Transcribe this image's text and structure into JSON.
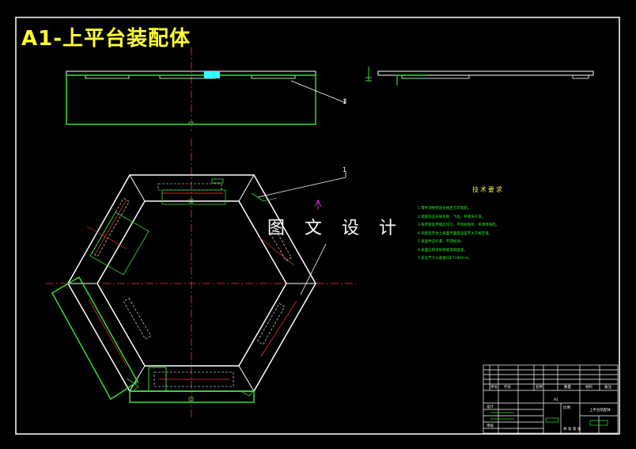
{
  "drawing": {
    "title": "A1-上平台装配体",
    "watermark": "图 文 设 计",
    "balloon_1": "1",
    "balloon_2": "1"
  },
  "technical_requirements": {
    "heading": "技术要求",
    "items": [
      "1.零件须经检验合格后方可装配。",
      "2.装配前应去除毛刺、飞边，并清洗干净。",
      "3.各焊接处焊缝应均匀，不得有裂纹、夹渣等缺陷。",
      "4.装配后平台上表面平面度误差不大于规定值。",
      "5.紧固件应拧紧，不得松动。",
      "6.表面应喷涂防锈底漆和面漆。",
      "7.未注尺寸公差按GB/T1804-m。"
    ]
  },
  "title_block": {
    "col_seq": "序号",
    "col_code": "代号",
    "col_name": "名称",
    "col_qty": "数量",
    "col_material": "材料",
    "col_remark": "备注",
    "drawing_name": "上平台装配体",
    "drawing_code": "A1",
    "scale_label": "比例",
    "sheet_label": "共 张 第 张",
    "designer_label": "设计",
    "approve_label": "审核"
  },
  "colors": {
    "background": "#000000",
    "outline": "#ffffff",
    "title": "#ffff33",
    "green": "#33dd33",
    "red_centerline": "#ff3333",
    "magenta": "#ff33ff",
    "cyan": "#33ffff"
  }
}
